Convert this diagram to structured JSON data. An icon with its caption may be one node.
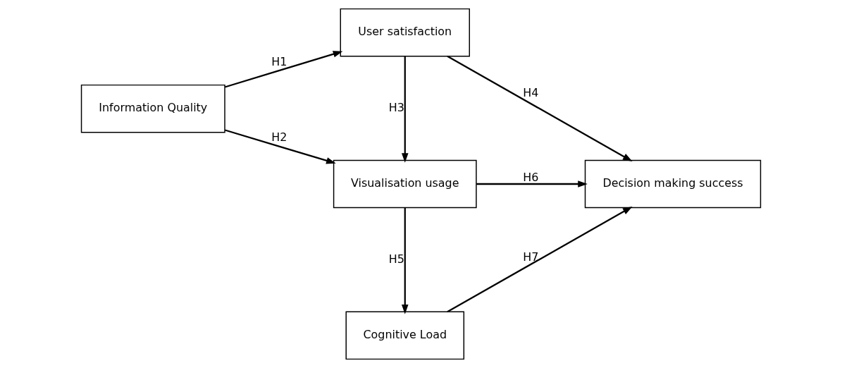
{
  "diagram": {
    "nodes": [
      {
        "text": [
          "Information Quality"
        ]
      },
      {
        "text": [
          "User satisfaction"
        ]
      },
      {
        "text": [
          "Visualisation usage"
        ]
      },
      {
        "text": [
          "Cognitive Load"
        ]
      },
      {
        "text": [
          "Decision making success"
        ]
      }
    ],
    "edges": [
      {
        "from": 0,
        "to": 1,
        "arrow": "to",
        "label": "H1"
      },
      {
        "from": 0,
        "to": 2,
        "arrow": "to",
        "label": "H2"
      },
      {
        "from": 1,
        "to": 2,
        "arrow": "to",
        "label": "H3"
      },
      {
        "from": 1,
        "to": 4,
        "arrow": "to",
        "label": "H4"
      },
      {
        "from": 2,
        "to": 3,
        "arrow": "to",
        "label": "H5"
      },
      {
        "from": 2,
        "to": 4,
        "arrow": "to",
        "label": "H6"
      },
      {
        "from": 3,
        "to": 4,
        "arrow": "to",
        "label": "H7"
      }
    ]
  }
}
